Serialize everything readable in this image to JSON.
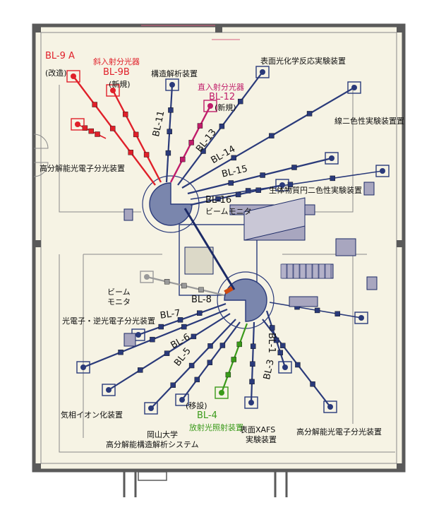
{
  "colors": {
    "wall": "#5a5a5a",
    "floor": "#f6f3e4",
    "floor_line": "#8a8a8a",
    "ring": "#7a86ad",
    "beamline": "#2a3a7a",
    "equipment": "#1c2a66",
    "new_beamline": "#e0202a",
    "bl12": "#c01c6a",
    "bl4": "#3a9a1a",
    "bl8": "#9a9a9a"
  },
  "labels": {
    "bl9a": "BL-9 A",
    "bl9a_note": "(改造)",
    "bl9b_device": "斜入射分光器",
    "bl9b": "BL-9B",
    "bl9b_note": "(新規)",
    "structure_analysis": "構造解析装置",
    "bl12_device": "直入射分光器",
    "bl12": "BL-12",
    "bl12_note": "(新規)",
    "surface_chem": "表面光化学反応実験装置",
    "linear_dichroism": "線二色性実験装置置",
    "hr_pes_left": "高分解能光電子分光装置",
    "bl11": "BL-11",
    "bl13": "BL-13",
    "bl14": "BL-14",
    "bl15": "BL-15",
    "bl16": "BL-16",
    "beam_monitor_upper": "ビームモニタ",
    "biomaterial_cd": "生体物質円二色性実験装置",
    "beam_monitor_lower_1": "ビーム",
    "beam_monitor_lower_2": "モニタ",
    "bl8": "BL-8",
    "bl7": "BL-7",
    "bl6": "BL-6",
    "bl5": "BL-5",
    "bl3": "BL-3",
    "bl1": "BL-1",
    "pe_ipe": "光電子・逆光電子分光装置",
    "gas_ionization": "気相イオン化装置",
    "relocated": "(移設)",
    "bl4": "BL-4",
    "irradiation": "放射光照射装置",
    "okayama_1": "岡山大学",
    "okayama_2": "高分解能構造解析システム",
    "surface_xafs_1": "表面XAFS",
    "surface_xafs_2": "実験装置",
    "hr_pes_right": "高分解能光電子分光装置"
  }
}
